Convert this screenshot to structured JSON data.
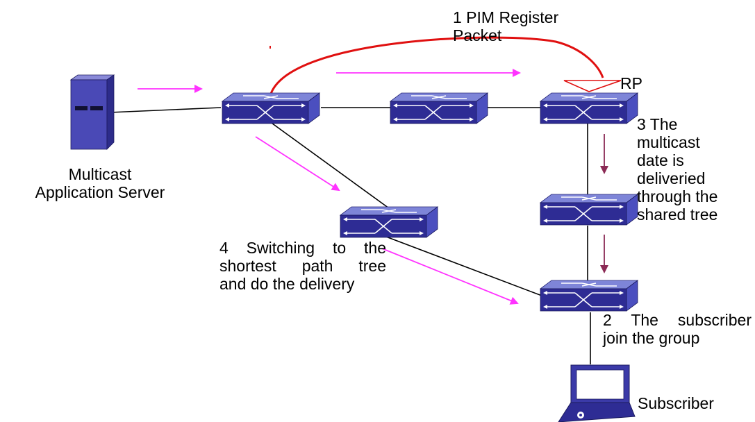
{
  "labels": {
    "step1": [
      "1 PIM Register",
      "Packet"
    ],
    "rp": "RP",
    "step3": [
      "3 The",
      "multicast",
      "date is",
      "deliveried",
      "through the",
      "shared tree"
    ],
    "server": [
      "Multicast",
      "Application Server"
    ],
    "step4": [
      "4 Switching to the",
      "shortest path tree",
      "and do the delivery"
    ],
    "step2": [
      "2 The subscriber",
      "join the group"
    ],
    "subscriber": "Subscriber"
  },
  "colors": {
    "switch_top": "#7e85d8",
    "switch_front": "#2e2c94",
    "switch_side": "#4b4fbf",
    "server_front": "#4a49b6",
    "server_side": "#2d2c8a",
    "register_arc": "#e01010",
    "data_arrow": "#ff33ff",
    "shared_tree_arrow": "#8b2a55",
    "link": "#000000"
  },
  "icons": [
    "server-icon",
    "switch-icon",
    "laptop-icon"
  ]
}
